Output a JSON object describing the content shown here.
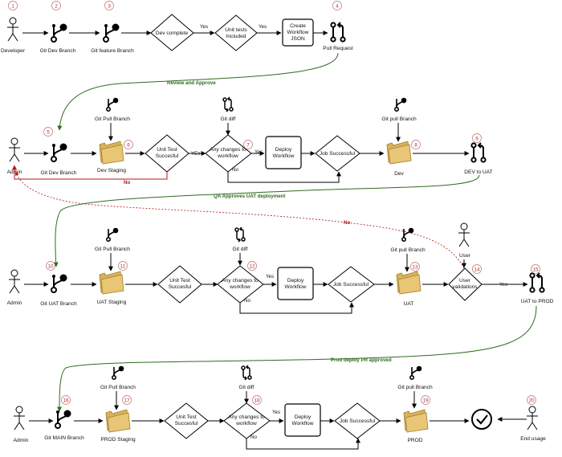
{
  "nodes": {
    "developer": "Developer",
    "git_dev_branch_1": "Git Dev Branch",
    "git_feature_branch": "Git feature Branch",
    "dev_complete": "Dev complete",
    "unit_tests_line1": "Unit tests",
    "unit_tests_line2": "Included",
    "create_workflow_line1": "Create",
    "create_workflow_line2": "Workflow",
    "create_workflow_line3": "JSON",
    "pull_request": "Pull Request",
    "git_pull_branch_r2": "Git Pull Branch",
    "git_diff_r2": "Git diff",
    "git_pull_branch_r2b": "Git pull Branch",
    "admin_r2": "Admin",
    "git_dev_branch_2": "Git Dev Branch",
    "dev_staging": "Dev Staging",
    "unit_test_line1": "Unit Test",
    "unit_test_line2": "Succesful",
    "any_changes_line1": "Any changes to",
    "any_changes_line2": "workflow",
    "deploy_line1": "Deploy",
    "deploy_line2": "Workflow",
    "job_successful": "Job Successful",
    "dev": "Dev",
    "dev_to_uat": "DEV to UAT",
    "git_pull_branch_r3": "Git Pull Branch",
    "git_diff_r3": "Git diff",
    "git_pull_branch_r3b": "Git pull Branch",
    "user_top": "User",
    "admin_r3": "Admin",
    "git_uat_branch": "Git UAT Branch",
    "uat_staging": "UAT Staging",
    "unit_test_r3_line1": "Unit Test",
    "unit_test_r3_line2": "Succesful",
    "any_changes_r3_line1": "Any changes to",
    "any_changes_r3_line2": "workflow",
    "deploy_r3_line1": "Deploy",
    "deploy_r3_line2": "Workflow",
    "job_successful_r3": "Job Successful",
    "uat": "UAT",
    "user_validations_line1": "User",
    "user_validations_line2": "validations",
    "uat_to_prod": "UAT to PROD",
    "git_pull_branch_r4": "Git Pull Branch",
    "git_diff_r4": "Git diff",
    "git_pull_branch_r4b": "Git pull Branch",
    "admin_r4": "Admin",
    "git_main_branch": "Git MAIN Branch",
    "prod_staging": "PROD Staging",
    "unit_test_r4_line1": "Unit Test",
    "unit_test_r4_line2": "Succesful",
    "any_changes_r4_line1": "Any changes to",
    "any_changes_r4_line2": "workflow",
    "deploy_r4_line1": "Deploy",
    "deploy_r4_line2": "Workflow",
    "job_successful_r4": "Job Successful",
    "prod": "PROD",
    "end_usage": "End usage"
  },
  "edges": {
    "yes": "Yes",
    "no": "No",
    "yes_lower_es": "YEs"
  },
  "flows": {
    "review_approve": "Review and Approve",
    "qa_approves": "QA Approves UAT deployment",
    "prod_pr_approved": "Prod deploy PR approved",
    "no_red": "No"
  },
  "step_numbers": [
    "1",
    "2",
    "3",
    "4",
    "5",
    "6",
    "7",
    "8",
    "9",
    "10",
    "11",
    "12",
    "13",
    "14",
    "15",
    "16",
    "17",
    "18",
    "19",
    "20"
  ],
  "colors": {
    "green_flow": "#2e6b1e",
    "red_flow": "#b01818",
    "folder": "#e8c675",
    "badge_border": "#c07070"
  }
}
